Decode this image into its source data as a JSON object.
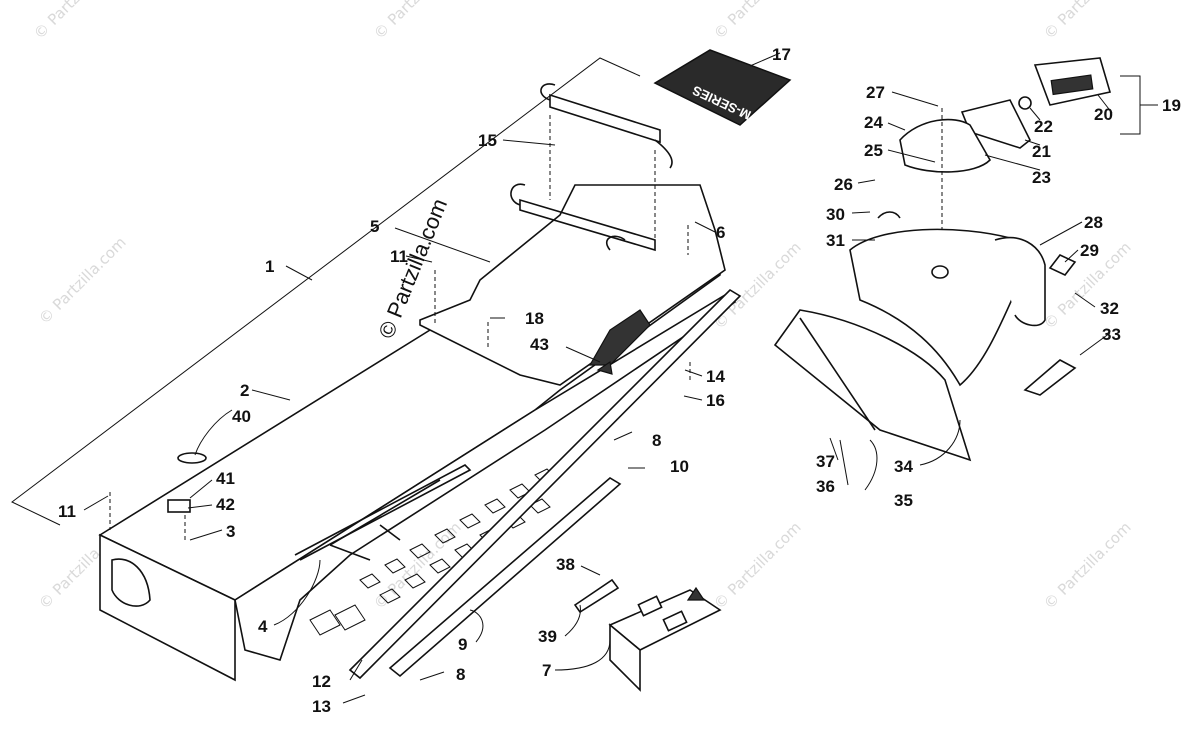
{
  "diagram": {
    "copyright": "© Partzilla.com",
    "watermark": "© Partzilla.com",
    "badge_text": "M-SERIES",
    "callouts": [
      "1",
      "2",
      "3",
      "4",
      "5",
      "6",
      "7",
      "8",
      "8",
      "9",
      "10",
      "11",
      "11",
      "12",
      "13",
      "14",
      "15",
      "16",
      "17",
      "18",
      "19",
      "20",
      "21",
      "22",
      "23",
      "24",
      "25",
      "26",
      "27",
      "28",
      "29",
      "30",
      "31",
      "32",
      "33",
      "34",
      "35",
      "36",
      "37",
      "38",
      "39",
      "40",
      "41",
      "42",
      "43"
    ]
  }
}
